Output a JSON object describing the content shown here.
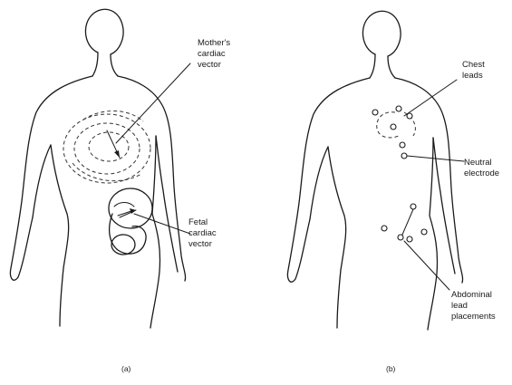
{
  "panel_a": {
    "labels": {
      "mother_vector": [
        "Mother's",
        "cardiac",
        "vector"
      ],
      "fetal_vector": [
        "Fetal",
        "cardiac",
        "vector"
      ]
    },
    "caption": "(a)"
  },
  "panel_b": {
    "labels": {
      "chest_leads": [
        "Chest",
        "leads"
      ],
      "neutral_electrode": [
        "Neutral",
        "electrode"
      ],
      "abdominal_leads": [
        "Abdominal",
        "lead",
        "placements"
      ]
    },
    "caption": "(b)"
  }
}
